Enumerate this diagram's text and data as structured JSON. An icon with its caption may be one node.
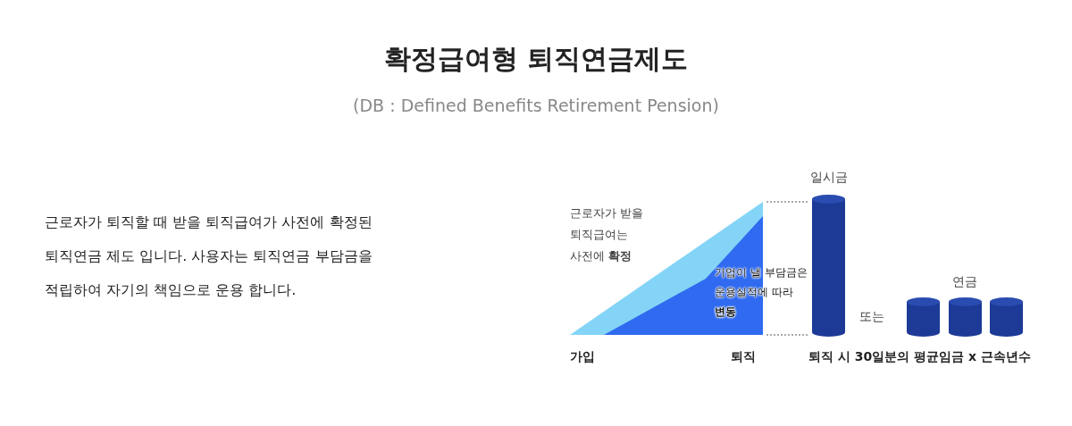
{
  "diagram": {
    "title": "확정급여형 퇴직연금제도",
    "labels": [
      "(DB : Defined Benefits Retirement Pension)",
      "근로자가 퇴직할 때 받을 퇴직급여가 사전에 확정된 퇴직연금 제도 입니다. 사용자는 퇴직연금 부담금을 적립하여 자기의 책임으로 운용 합니다.",
      "일시금",
      "근로자가 받을 퇴직급여는 사전에 **확정**",
      "기업이 낼 부담금은 운용실적에 따라 **변동**",
      "연금",
      "또는",
      "가입",
      "퇴직",
      "퇴직 시 30일분의 평균임금 x 근속년수"
    ]
  }
}
